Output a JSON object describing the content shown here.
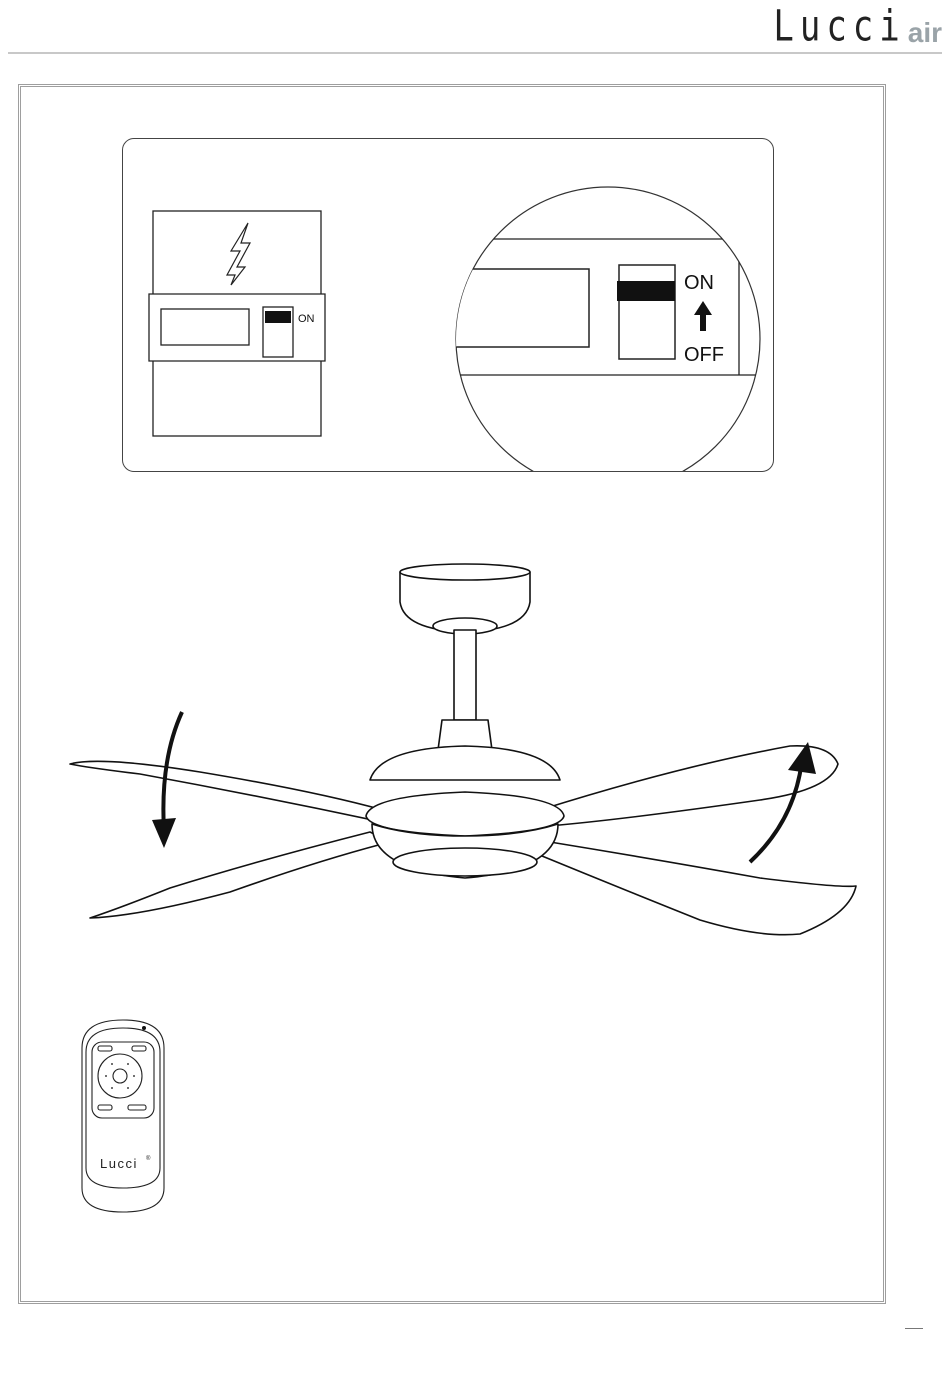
{
  "brand": {
    "name": "Lucci",
    "suffix": "air"
  },
  "switch_diagram": {
    "small_switch_on_label": "ON",
    "zoom_on_label": "ON",
    "zoom_off_label": "OFF"
  },
  "remote": {
    "brand_label": "Lucci",
    "registered_mark": "®"
  },
  "colors": {
    "line": "#111111",
    "frame": "#9e9e9e",
    "logo_accent": "#9aa3a8"
  }
}
